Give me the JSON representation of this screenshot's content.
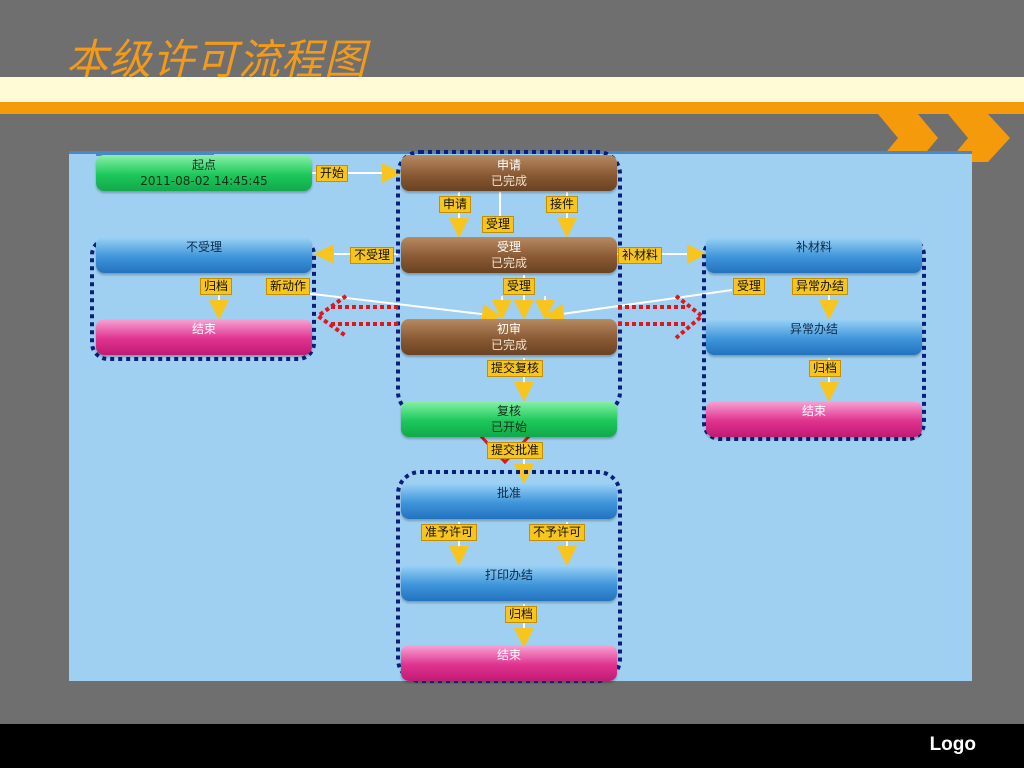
{
  "slide": {
    "title": "本级许可流程图",
    "logo": "Logo"
  },
  "nodes": {
    "start": {
      "title": "起点",
      "sub": "2011-08-02  14:45:45"
    },
    "apply": {
      "title": "申请",
      "sub": "已完成"
    },
    "accept": {
      "title": "受理",
      "sub": "已完成"
    },
    "first_review": {
      "title": "初审",
      "sub": "已完成"
    },
    "re_review": {
      "title": "复核",
      "sub": "已开始"
    },
    "approve": {
      "title": "批准"
    },
    "print": {
      "title": "打印办结"
    },
    "end_bottom": {
      "title": "结束"
    },
    "reject": {
      "title": "不受理"
    },
    "end_left": {
      "title": "结束"
    },
    "supplement": {
      "title": "补材料"
    },
    "abnormal": {
      "title": "异常办结"
    },
    "end_right": {
      "title": "结束"
    }
  },
  "labels": {
    "begin": "开始",
    "apply": "申请",
    "pickup": "接件",
    "accept_mid": "受理",
    "reject": "不受理",
    "supplement": "补材料",
    "accept_low": "受理",
    "archive_left": "归档",
    "restart": "新动作",
    "accept_right": "受理",
    "abnormal_done": "异常办结",
    "archive_right": "归档",
    "submit_review": "提交复核",
    "submit_approve": "提交批准",
    "grant": "准予许可",
    "deny": "不予许可",
    "archive_bottom": "归档"
  },
  "colors": {
    "title": "#f29a1a",
    "canvas": "#9fd0f2",
    "highlight_dotted": "#0b1f7a",
    "red_arrows": "#e0161b",
    "tag": "#f7c51d"
  }
}
